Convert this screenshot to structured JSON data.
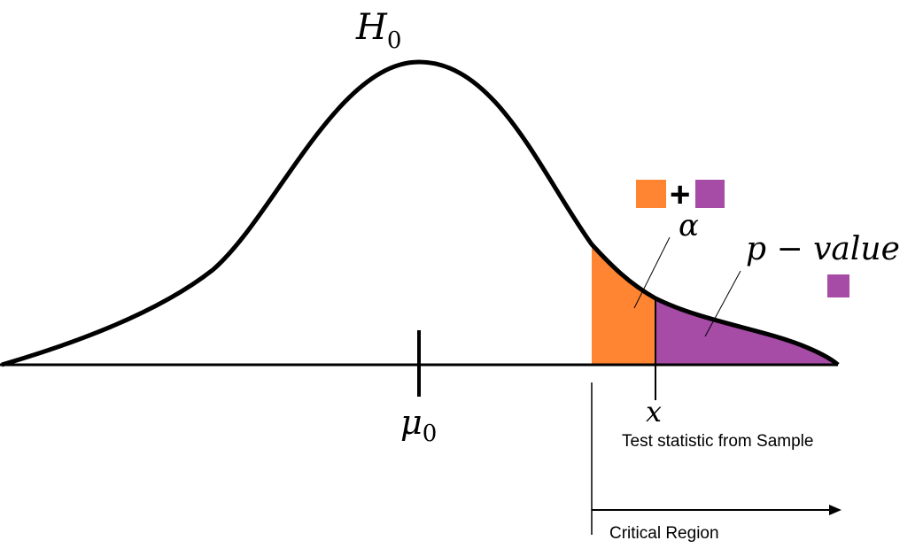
{
  "diagram": {
    "hypothesis_label": "H",
    "hypothesis_sub": "0",
    "mean_label": "μ",
    "mean_sub": "0",
    "alpha_label": "α",
    "p_value_label": "p − value",
    "plus_sign": "+",
    "x_label": "x",
    "test_statistic_caption": "Test statistic from Sample",
    "critical_region_caption": "Critical Region"
  },
  "colors": {
    "curve": "#000000",
    "alpha_region": "#FF8533",
    "p_value_region": "#A64CA6",
    "background": "#FFFFFF"
  }
}
